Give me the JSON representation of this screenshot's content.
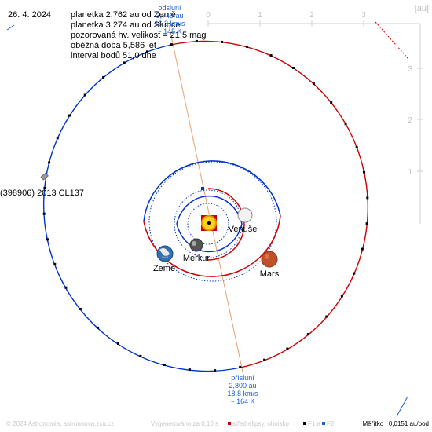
{
  "date": "26. 4. 2024",
  "info": {
    "earth_distance": "planetka 2,762 au od Země",
    "sun_distance": "planetka 3,274 au od Slunce",
    "magnitude": "pozorovaná hv. velikost = 21,5 mag",
    "period": "oběžná doba 5,586 let",
    "interval": "interval bodů 51,0 dne"
  },
  "asteroid_name": "(398906) 2013 CL137",
  "aphelion": {
    "label": "odsluní",
    "distance": "3,749 au",
    "speed": "16,3 km/s",
    "temperature": "~ 145 K"
  },
  "perihelion": {
    "label": "přísluní",
    "distance": "2,800 au",
    "speed": "18,8 km/s",
    "temperature": "~ 164 K"
  },
  "planets": {
    "venus": "Venuše",
    "mercury": "Merkur",
    "earth": "Země",
    "mars": "Mars"
  },
  "axis": {
    "unit": "[au]",
    "top_ticks": [
      "0",
      "1",
      "2",
      "3"
    ],
    "right_ticks": [
      "3",
      "2",
      "1"
    ]
  },
  "footer": {
    "copyright": "© 2024 Astronomia, astronomia.zcu.cz",
    "generated": "Vygenerováno za 0,10 s",
    "legend_center": "střed elipsy, ohnisko",
    "legend_f1": "F1 a",
    "legend_f2": "F2",
    "scale": "Měřítko : 0,0151 au/bod"
  },
  "colors": {
    "orbit_near": "#cc0000",
    "orbit_far": "#0033cc",
    "apsides_line": "#e8a070",
    "label_blue": "#1a5fd6",
    "footer_gray": "#c8c8c8"
  },
  "icons": {
    "sun": "sun-icon",
    "asteroid": "asteroid-icon"
  }
}
